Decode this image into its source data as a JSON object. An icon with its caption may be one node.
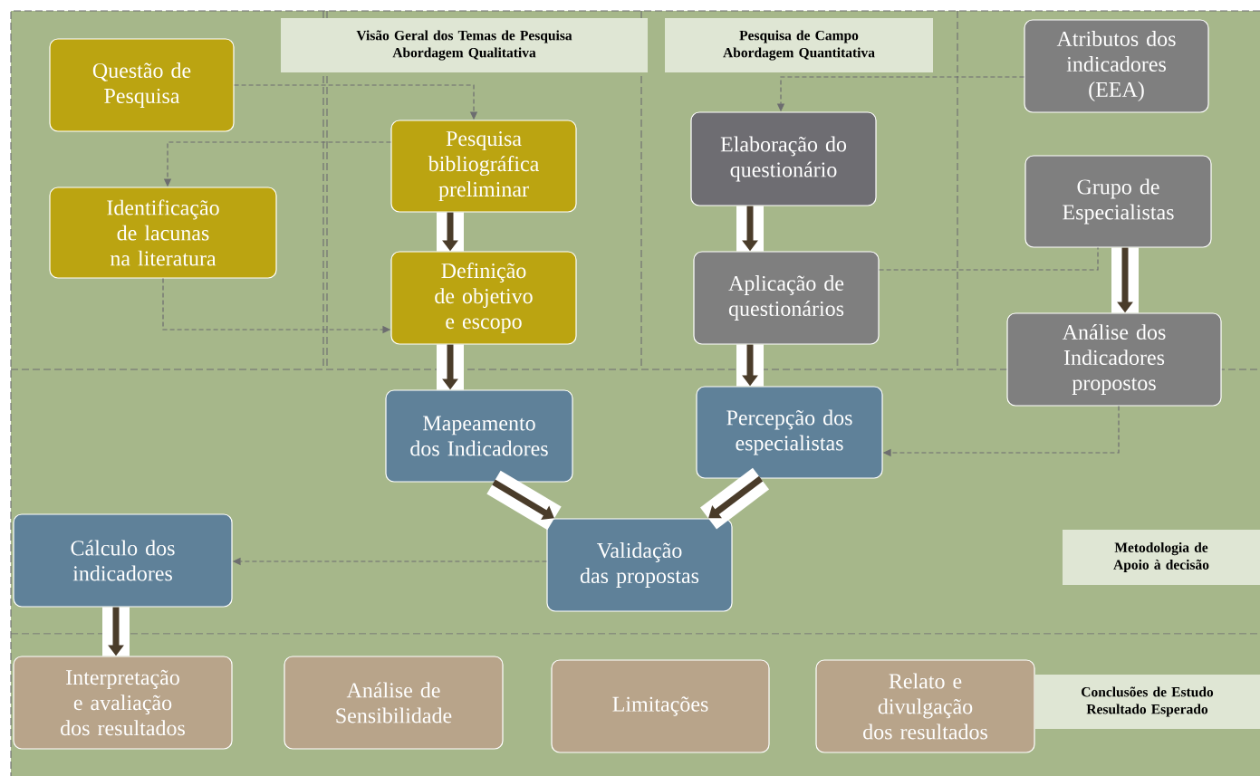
{
  "diagram": {
    "nodes": [
      {
        "text": [
          "Questão de Pesquisa"
        ]
      },
      {
        "text": [
          "Pesquisa bibliográfica preliminar"
        ]
      },
      {
        "text": [
          "Identificação de lacunas na literatura"
        ]
      },
      {
        "text": [
          "Definição de objetivo e escopo"
        ]
      },
      {
        "text": [
          "Elaboração do questionário"
        ]
      },
      {
        "text": [
          "Atributos dos indicadores (EEA)"
        ]
      },
      {
        "text": [
          "Grupo de Especialistas"
        ]
      },
      {
        "text": [
          "Aplicação de questionários"
        ]
      },
      {
        "text": [
          "Análise dos Indicadores propostos"
        ]
      },
      {
        "text": [
          "Mapeamento dos Indicadores"
        ]
      },
      {
        "text": [
          "Percepção dos especialistas"
        ]
      },
      {
        "text": [
          "Cálculo dos indicadores"
        ]
      },
      {
        "text": [
          "Validação das propostas"
        ]
      },
      {
        "text": [
          "Interpretação e avaliação dos resultados"
        ]
      },
      {
        "text": [
          "Análise de Sensibilidade"
        ]
      },
      {
        "text": [
          "Limitações"
        ]
      },
      {
        "text": [
          "Relato e divulgação dos resultados"
        ]
      },
      {
        "text": [
          "Visão Geral dos Temas de Pesquisa",
          "Abordagem Qualitativa"
        ]
      },
      {
        "text": [
          "Pesquisa de Campo",
          "Abordagem Quantitativa"
        ]
      },
      {
        "text": [
          "Metodologia de Apoio à decisão"
        ]
      },
      {
        "text": [
          "Conclusões de Estudo",
          "Resultado Esperado"
        ]
      }
    ],
    "edges": [
      {
        "from": 0,
        "to": 1,
        "arrow": "to",
        "style": "dashed",
        "color": "#6d6d70"
      },
      {
        "from": 1,
        "to": 2,
        "arrow": "to",
        "style": "dashed",
        "color": "#6d6d70"
      },
      {
        "from": 2,
        "to": 3,
        "arrow": "to",
        "style": "dashed",
        "color": "#6d6d70"
      },
      {
        "from": 1,
        "to": 3,
        "arrow": "to"
      },
      {
        "from": 3,
        "to": 9,
        "arrow": "to"
      },
      {
        "from": 4,
        "to": 7,
        "arrow": "to"
      },
      {
        "from": 7,
        "to": 10,
        "arrow": "to"
      },
      {
        "from": 5,
        "to": 4,
        "arrow": "to",
        "style": "dashed",
        "color": "#6d6d70"
      },
      {
        "from": 7,
        "to": 6,
        "arrow": "none",
        "style": "dashed",
        "color": "#6d6d70"
      },
      {
        "from": 6,
        "to": 8,
        "arrow": "to"
      },
      {
        "from": 8,
        "to": 10,
        "arrow": "to",
        "style": "dashed",
        "color": "#6d6d70"
      },
      {
        "from": 9,
        "to": 12,
        "arrow": "to"
      },
      {
        "from": 10,
        "to": 12,
        "arrow": "to"
      },
      {
        "from": 12,
        "to": 11,
        "arrow": "to",
        "style": "dashed",
        "color": "#6d6d70"
      },
      {
        "from": 11,
        "to": 13,
        "arrow": "to"
      }
    ]
  }
}
